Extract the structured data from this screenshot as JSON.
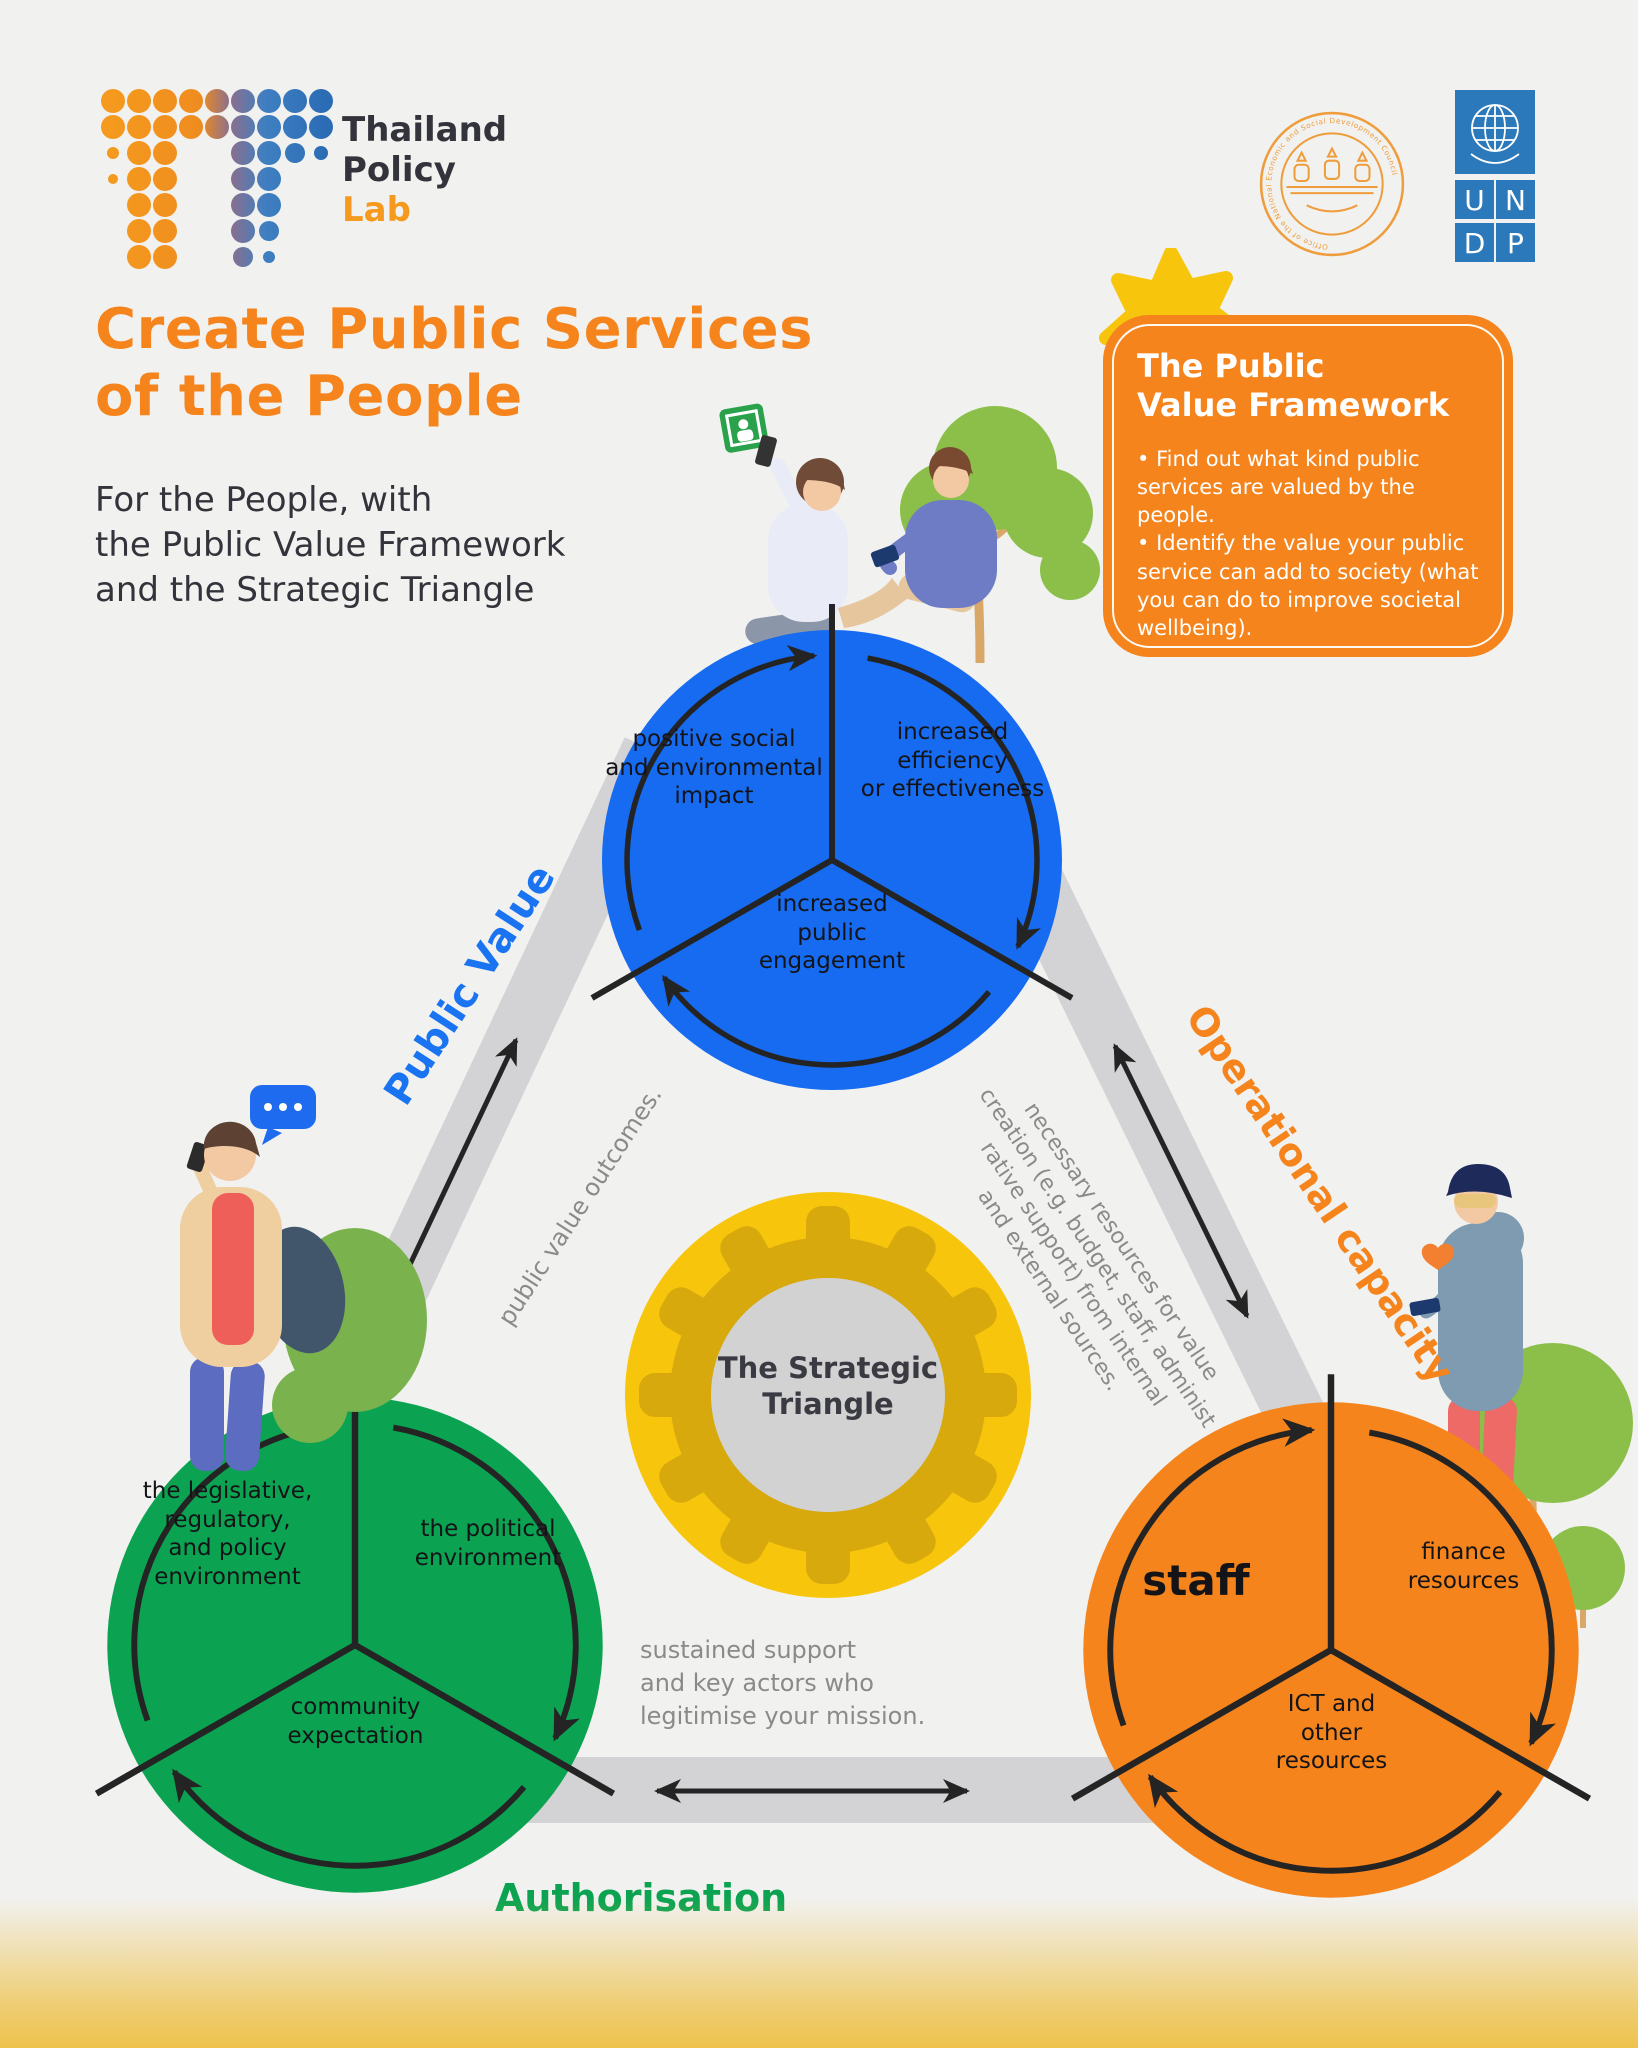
{
  "brand": {
    "logo_lines": [
      "Thailand",
      "Policy",
      "Lab"
    ],
    "seal_text": "Office of the National Economic and Social Development Council",
    "undp_letters": [
      "U",
      "N",
      "D",
      "P"
    ]
  },
  "header": {
    "title": "Create Public Services\nof the People",
    "subtitle": "For the People, with\nthe Public Value Framework\nand the Strategic Triangle"
  },
  "framework_box": {
    "title": "The Public\nValue Framework",
    "bullets": [
      "Find out what kind public services are valued by the people.",
      "Identify the value your public service can add to society (what you can do to improve societal wellbeing)."
    ]
  },
  "triangle": {
    "center_label": "The Strategic\nTriangle",
    "corners": {
      "public_value": {
        "label": "Public Value",
        "segments": {
          "upper_left": "positive social\nand environmental\nimpact",
          "upper_right": "increased\nefficiency\nor effectiveness",
          "bottom": "increased\npublic\nengagement"
        }
      },
      "authorisation": {
        "label": "Authorisation",
        "segments": {
          "upper_left": "the legislative,\nregulatory,\nand policy\nenvironment",
          "upper_right": "the political\nenvironment",
          "bottom": "community\nexpectation"
        }
      },
      "operational_capacity": {
        "label": "Operational capacity",
        "segments": {
          "upper_left": "staff",
          "upper_right": "finance\nresources",
          "bottom": "ICT and\nother\nresources"
        }
      }
    },
    "edge_notes": {
      "public_value_edge": "public value outcomes.",
      "operational_edge": "necessary resources for value\ncreation (e.g. budget, staff, administ\nrative support) from internal\nand external sources.",
      "authorisation_edge": "sustained support\nand key actors who\nlegitimise your mission."
    }
  },
  "colors": {
    "accent_orange": "#f5841c",
    "blue_circle": "#166bf0",
    "green_circle": "#0ba351",
    "orange_circle": "#f5841c",
    "yellow_gear": "#f8c50d",
    "band_gray": "#d3d3d5",
    "note_gray": "#8a8a8a"
  }
}
